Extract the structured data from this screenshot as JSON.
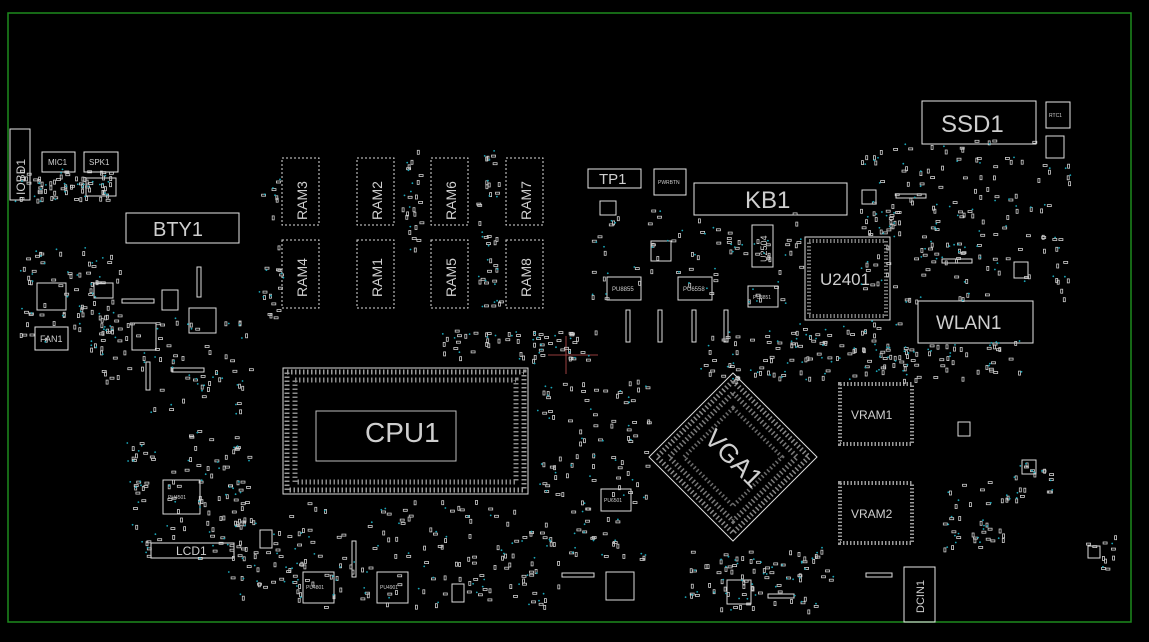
{
  "board": {
    "edge_color": "#1e8a1e",
    "via_color": "#1aa6b8",
    "silk_color": "#dcdcdc"
  },
  "components": {
    "iobd1": "IOBD1",
    "mic1": "MIC1",
    "spk1": "SPK1",
    "bty1": "BTY1",
    "fan1": "FAN1",
    "lcd1": "LCD1",
    "ram3": "RAM3",
    "ram2": "RAM2",
    "ram6": "RAM6",
    "ram7": "RAM7",
    "ram4": "RAM4",
    "ram1": "RAM1",
    "ram5": "RAM5",
    "ram8": "RAM8",
    "cpu1": "CPU1",
    "tp1": "TP1",
    "pwrbtn": "PWRBTN",
    "kb1": "KB1",
    "u2504": "U2504",
    "u2401": "U2401",
    "pu8855": "PU8855",
    "pu6558": "PU6558",
    "pu8851": "PU8851",
    "vga1": "VGA1",
    "pu6501": "PU6501",
    "pu4501": "PU4501",
    "pu4801": "PU4801",
    "pu4901": "PU4901",
    "ssd1": "SSD1",
    "rtc1": "RTC1",
    "wlan1": "WLAN1",
    "vram1": "VRAM1",
    "vram2": "VRAM2",
    "dcin1": "DCIN1"
  }
}
